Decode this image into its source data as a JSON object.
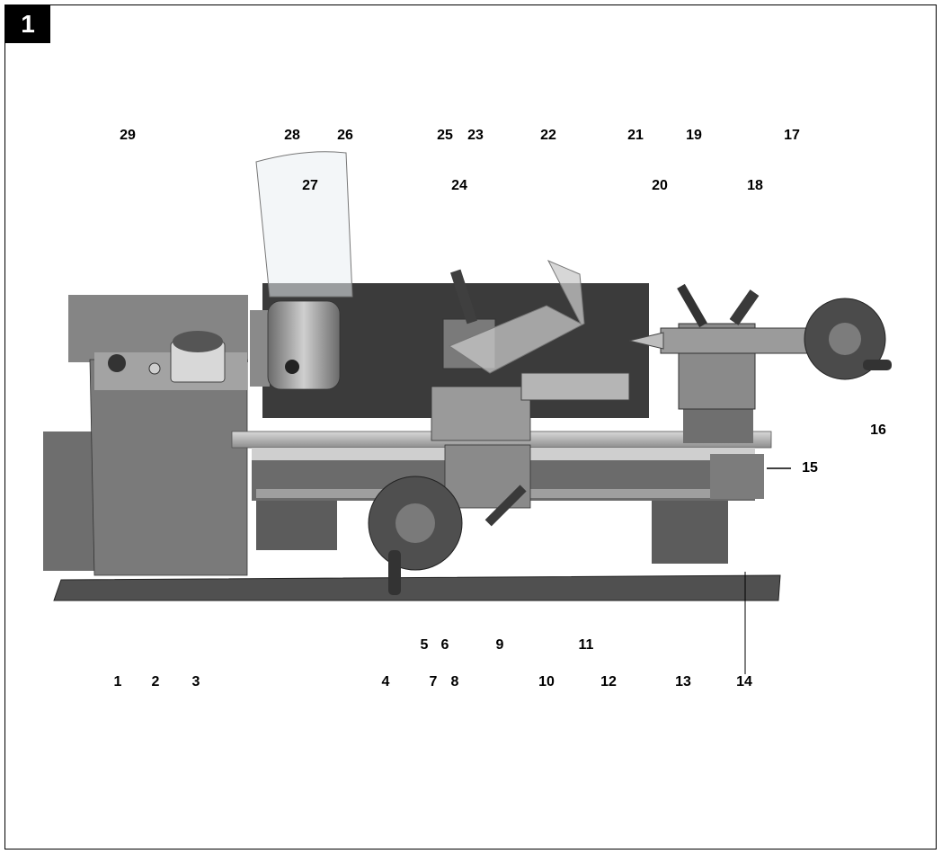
{
  "figure_number": "1",
  "labels": {
    "l1": "1",
    "l2": "2",
    "l3": "3",
    "l4": "4",
    "l5": "5",
    "l6": "6",
    "l7": "7",
    "l8": "8",
    "l9": "9",
    "l10": "10",
    "l11": "11",
    "l12": "12",
    "l13": "13",
    "l14": "14",
    "l15": "15",
    "l16": "16",
    "l17": "17",
    "l18": "18",
    "l19": "19",
    "l20": "20",
    "l21": "21",
    "l22": "22",
    "l23": "23",
    "l24": "24",
    "l25": "25",
    "l26": "26",
    "l27": "27",
    "l28": "28",
    "l29": "29"
  },
  "colors": {
    "frame": "#000000",
    "badge": "#000000",
    "metal_dark": "#4a4a4a",
    "metal_mid": "#7d7d7d",
    "metal_light": "#b5b5b5",
    "backplate": "#3a3a3a",
    "base": "#555555"
  }
}
